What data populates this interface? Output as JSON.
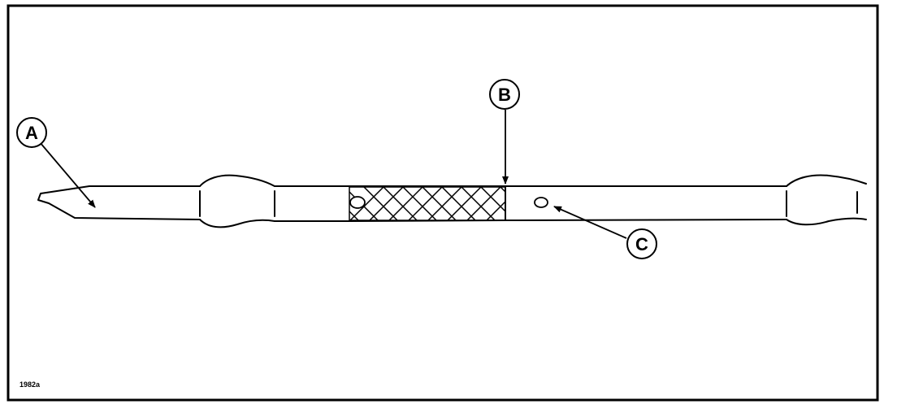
{
  "figure": {
    "id_label": "1982a"
  },
  "callouts": {
    "a": "A",
    "b": "B",
    "c": "C"
  },
  "colors": {
    "line": "#000000",
    "background": "#ffffff"
  }
}
